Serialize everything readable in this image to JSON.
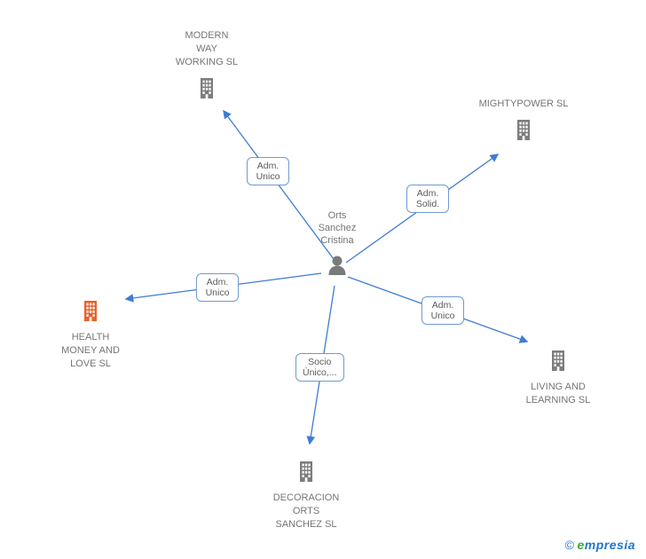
{
  "center_person": {
    "name": "Orts Sanchez Cristina",
    "lines": [
      "Orts",
      "Sanchez",
      "Cristina"
    ]
  },
  "companies": [
    {
      "name": "MODERN WAY WORKING SL",
      "lines": [
        "MODERN",
        "WAY",
        "WORKING SL"
      ],
      "highlight": false
    },
    {
      "name": "MIGHTYPOWER SL",
      "lines": [
        "MIGHTYPOWER SL"
      ],
      "highlight": false
    },
    {
      "name": "HEALTH MONEY AND LOVE SL",
      "lines": [
        "HEALTH",
        "MONEY AND",
        "LOVE SL"
      ],
      "highlight": true
    },
    {
      "name": "LIVING AND LEARNING SL",
      "lines": [
        "LIVING AND",
        "LEARNING SL"
      ],
      "highlight": false
    },
    {
      "name": "DECORACION ORTS SANCHEZ SL",
      "lines": [
        "DECORACION",
        "ORTS",
        "SANCHEZ SL"
      ],
      "highlight": false
    }
  ],
  "relationships": [
    {
      "lines": [
        "Adm.",
        "Unico"
      ],
      "from": "Orts Sanchez Cristina",
      "to": "MODERN WAY WORKING SL"
    },
    {
      "lines": [
        "Adm.",
        "Solid."
      ],
      "from": "Orts Sanchez Cristina",
      "to": "MIGHTYPOWER SL"
    },
    {
      "lines": [
        "Adm.",
        "Unico"
      ],
      "from": "Orts Sanchez Cristina",
      "to": "HEALTH MONEY AND LOVE SL"
    },
    {
      "lines": [
        "Adm.",
        "Unico"
      ],
      "from": "Orts Sanchez Cristina",
      "to": "LIVING AND LEARNING SL"
    },
    {
      "lines": [
        "Socio",
        "Único,..."
      ],
      "from": "Orts Sanchez Cristina",
      "to": "DECORACION ORTS SANCHEZ SL"
    }
  ],
  "colors": {
    "edge_blue": "#3f7cd4",
    "label_border_blue": "#6f9ad0",
    "company_gray": "#757575",
    "highlight_orange": "#e8612c"
  },
  "branding": {
    "copyright": "©",
    "brand_initial": "e",
    "brand_rest": "mpresia"
  }
}
